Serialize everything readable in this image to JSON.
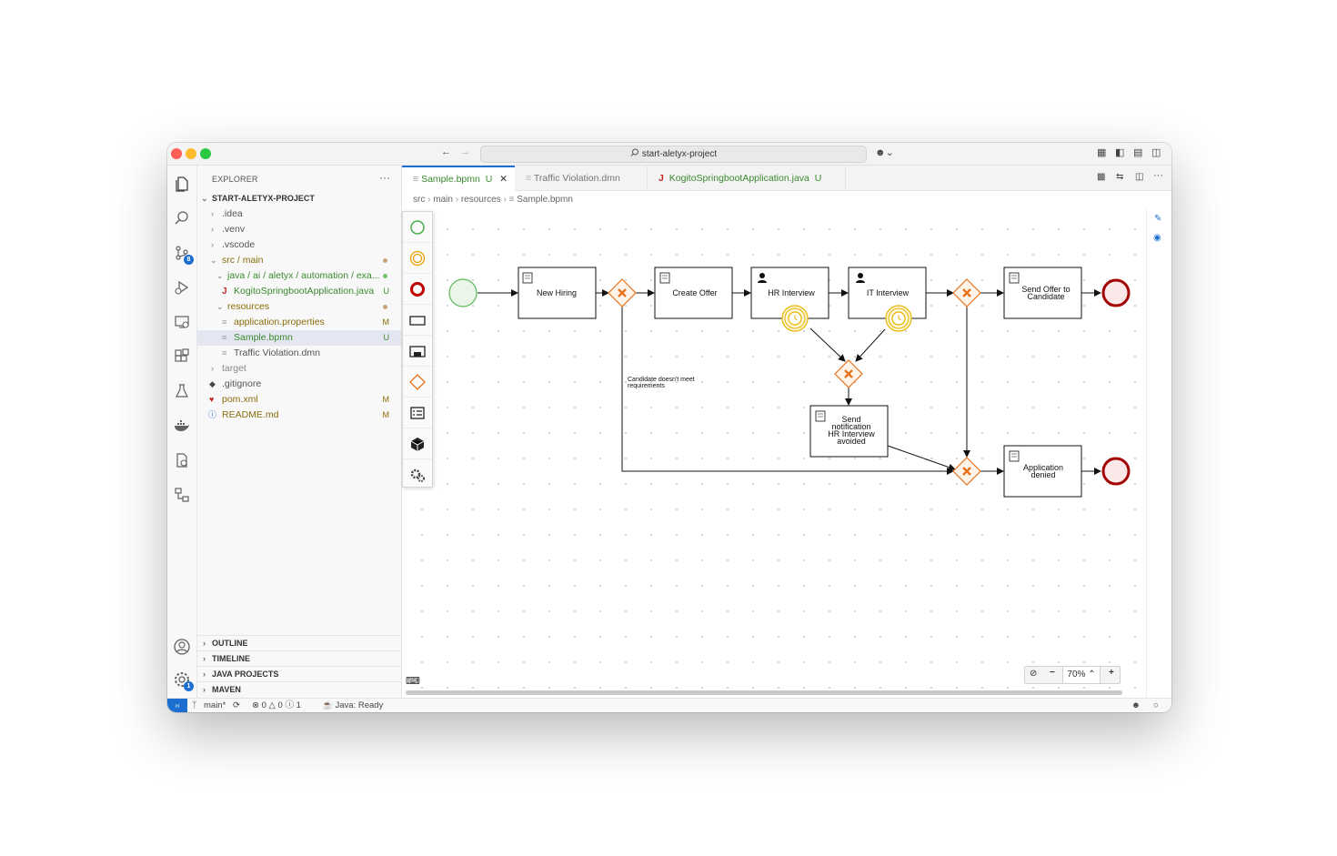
{
  "window": {
    "search_title": "start-aletyx-project"
  },
  "explorer": {
    "title": "EXPLORER",
    "project": "START-ALETYX-PROJECT",
    "items": [
      {
        "label": ".idea",
        "status": ""
      },
      {
        "label": ".venv",
        "status": ""
      },
      {
        "label": ".vscode",
        "status": ""
      },
      {
        "label": "src / main",
        "status": ""
      },
      {
        "label": "java / ai / aletyx / automation / exa...",
        "status": ""
      },
      {
        "label": "KogitoSpringbootApplication.java",
        "status": "U"
      },
      {
        "label": "resources",
        "status": ""
      },
      {
        "label": "application.properties",
        "status": "M"
      },
      {
        "label": "Sample.bpmn",
        "status": "U"
      },
      {
        "label": "Traffic Violation.dmn",
        "status": ""
      },
      {
        "label": "target",
        "status": ""
      },
      {
        "label": ".gitignore",
        "status": ""
      },
      {
        "label": "pom.xml",
        "status": "M"
      },
      {
        "label": "README.md",
        "status": "M"
      }
    ],
    "sections": [
      "OUTLINE",
      "TIMELINE",
      "JAVA PROJECTS",
      "MAVEN"
    ]
  },
  "activity": {
    "scm_badge": "8",
    "settings_badge": "1"
  },
  "tabs": [
    {
      "label": "Sample.bpmn",
      "status": "U"
    },
    {
      "label": "Traffic Violation.dmn",
      "status": ""
    },
    {
      "label": "KogitoSpringbootApplication.java",
      "status": "U"
    }
  ],
  "breadcrumb": [
    "src",
    "main",
    "resources",
    "Sample.bpmn"
  ],
  "diagram": {
    "tasks": {
      "new_hiring": "New Hiring",
      "create_offer": "Create Offer",
      "hr_interview": "HR Interview",
      "it_interview": "IT Interview",
      "send_offer_1": "Send Offer to",
      "send_offer_2": "Candidate",
      "notify_1": "Send",
      "notify_2": "notification",
      "notify_3": "HR Interview",
      "notify_4": "avoided",
      "denied_1": "Application",
      "denied_2": "denied"
    },
    "annotation_1": "Candidate doesn't meet",
    "annotation_2": "requirements"
  },
  "zoom": {
    "level": "70%"
  },
  "status": {
    "branch": "main*",
    "errors": "0",
    "warnings": "0",
    "info": "1",
    "java": "Java: Ready"
  },
  "colors": {
    "accent": "#1c6fd0",
    "untracked": "#3a8a2e",
    "modified": "#8a6d0b",
    "gateway": "#e8711c",
    "start_event": "#5cb85c",
    "end_event": "#a30000",
    "timer": "#e8b400"
  }
}
